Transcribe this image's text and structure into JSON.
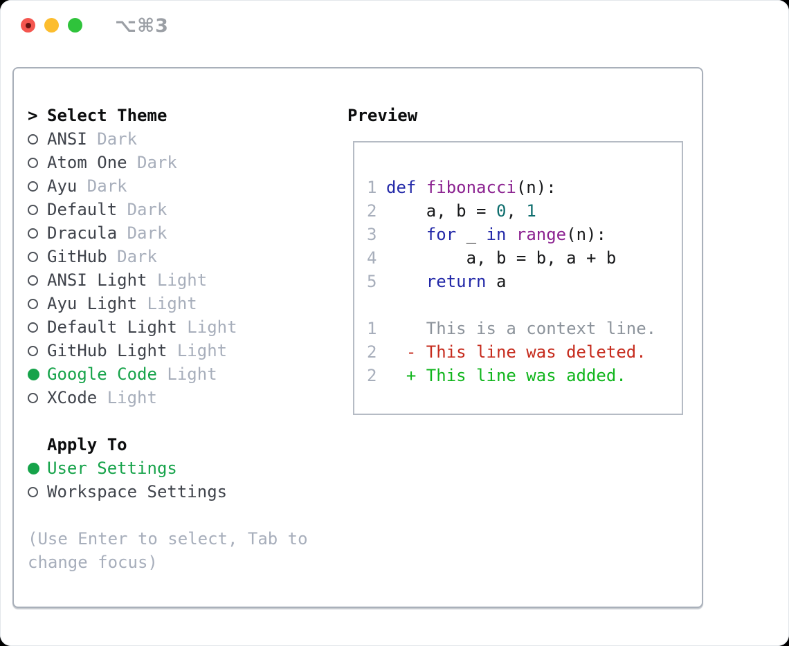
{
  "window": {
    "title": "⌥⌘3",
    "traffic_lights": [
      {
        "name": "close",
        "color": "#f4564f"
      },
      {
        "name": "minimize",
        "color": "#fcbd2e"
      },
      {
        "name": "zoom",
        "color": "#2fc33b"
      }
    ]
  },
  "colors": {
    "accent_green": "#16a34a",
    "list_text": "#3f434b",
    "heading_text": "#0c0d0e",
    "muted_gray": "#a7aebb",
    "radio_ring": "#4d5158",
    "panel_border": "#a9b0ba",
    "preview_border": "#b5bbc4",
    "title_gray": "#9b9fa5",
    "code": {
      "plain": "#17181a",
      "keyword": "#2228a8",
      "function": "#8b2190",
      "number": "#0d6d6d",
      "lineno": "#a7aebb",
      "context": "#8c939b",
      "deleted": "#c62b1d",
      "added": "#10b51c"
    }
  },
  "theme_picker": {
    "header": {
      "prompt": ">",
      "label": "Select Theme"
    },
    "items": [
      {
        "name": "ANSI",
        "variant": "Dark",
        "selected": false
      },
      {
        "name": "Atom One",
        "variant": "Dark",
        "selected": false
      },
      {
        "name": "Ayu",
        "variant": "Dark",
        "selected": false
      },
      {
        "name": "Default",
        "variant": "Dark",
        "selected": false
      },
      {
        "name": "Dracula",
        "variant": "Dark",
        "selected": false
      },
      {
        "name": "GitHub",
        "variant": "Dark",
        "selected": false
      },
      {
        "name": "ANSI Light",
        "variant": "Light",
        "selected": false
      },
      {
        "name": "Ayu Light",
        "variant": "Light",
        "selected": false
      },
      {
        "name": "Default Light",
        "variant": "Light",
        "selected": false
      },
      {
        "name": "GitHub Light",
        "variant": "Light",
        "selected": false
      },
      {
        "name": "Google Code",
        "variant": "Light",
        "selected": true
      },
      {
        "name": "XCode",
        "variant": "Light",
        "selected": false
      }
    ],
    "apply_to": {
      "label": "Apply To",
      "options": [
        {
          "label": "User Settings",
          "selected": true
        },
        {
          "label": "Workspace Settings",
          "selected": false
        }
      ]
    },
    "hint_line1": "(Use Enter to select, Tab to",
    "hint_line2": "change focus)"
  },
  "preview": {
    "label": "Preview",
    "code_lines": [
      {
        "num": "1",
        "tokens": [
          {
            "t": "def",
            "c": "keyword"
          },
          {
            "t": " "
          },
          {
            "t": "fibonacci",
            "c": "function"
          },
          {
            "t": "(n):"
          }
        ]
      },
      {
        "num": "2",
        "tokens": [
          {
            "t": "    a, b = "
          },
          {
            "t": "0",
            "c": "number"
          },
          {
            "t": ", "
          },
          {
            "t": "1",
            "c": "number"
          }
        ]
      },
      {
        "num": "3",
        "tokens": [
          {
            "t": "    "
          },
          {
            "t": "for",
            "c": "keyword"
          },
          {
            "t": " _ "
          },
          {
            "t": "in",
            "c": "keyword"
          },
          {
            "t": " "
          },
          {
            "t": "range",
            "c": "function"
          },
          {
            "t": "(n):"
          }
        ]
      },
      {
        "num": "4",
        "tokens": [
          {
            "t": "        a, b = b, a + b"
          }
        ]
      },
      {
        "num": "5",
        "tokens": [
          {
            "t": "    "
          },
          {
            "t": "return",
            "c": "keyword"
          },
          {
            "t": " a"
          }
        ]
      },
      {
        "num": "",
        "tokens": []
      },
      {
        "num": "1",
        "tokens": [
          {
            "t": "    This is a context line.",
            "c": "context"
          }
        ]
      },
      {
        "num": "2",
        "tokens": [
          {
            "t": "  - This line was deleted.",
            "c": "deleted"
          }
        ]
      },
      {
        "num": "2",
        "tokens": [
          {
            "t": "  + This line was added.",
            "c": "added"
          }
        ]
      }
    ]
  }
}
